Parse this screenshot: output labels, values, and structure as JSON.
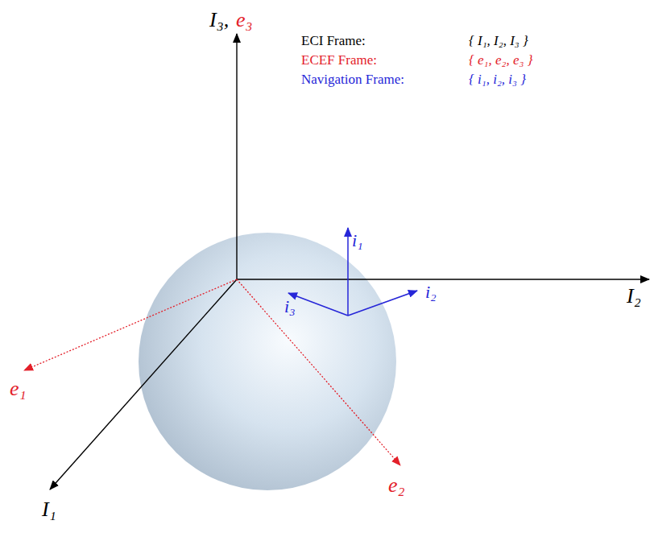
{
  "diagram": {
    "labels": [
      "I₃,",
      "e₃",
      "ECI Frame:",
      "{ I₁, I₂, I₃ }",
      "ECEF Frame:",
      "{ e₁, e₂, e₃ }",
      "Navigation Frame:",
      "{ i₁, i₂, i₃ }",
      "I₂",
      "I₁",
      "e₁",
      "e₂",
      "i₁",
      "i₂",
      "i₃"
    ]
  }
}
